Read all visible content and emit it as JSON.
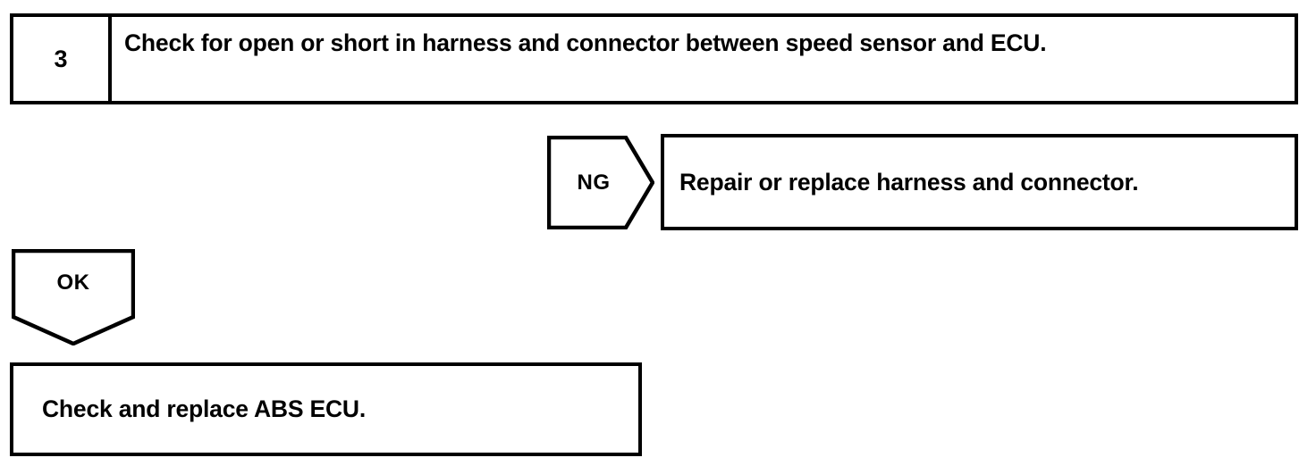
{
  "diagram": {
    "type": "troubleshooting-flowchart",
    "line_color": "#000000",
    "background_color": "#ffffff",
    "text_color": "#000000"
  },
  "step": {
    "number": "3",
    "instruction": "Check for open or short in harness and connector between speed sensor and ECU."
  },
  "branches": {
    "ng": {
      "label": "NG",
      "direction": "right",
      "result_text": "Repair or replace harness and connector."
    },
    "ok": {
      "label": "OK",
      "direction": "down",
      "result_text": "Check and replace ABS ECU."
    }
  }
}
